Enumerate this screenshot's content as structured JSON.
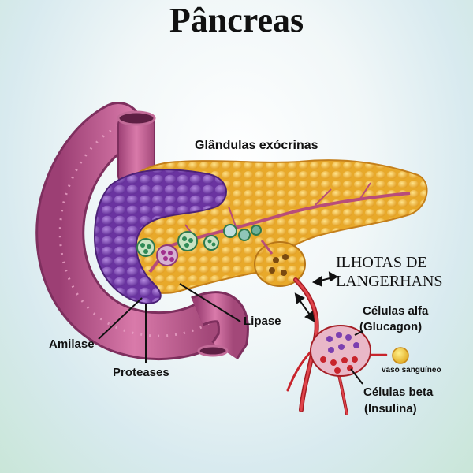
{
  "title": "Pâncreas",
  "labels": {
    "glandulas": "Glândulas exócrinas",
    "ilhotas_line1": "ILHOTAS DE",
    "ilhotas_line2": "LANGERHANS",
    "celulas_alfa": "Células alfa",
    "glucagon": "(Glucagon)",
    "vaso": "vaso sanguíneo",
    "celulas_beta": "Células beta",
    "insulina": "(Insulina)",
    "lipase": "Lipase",
    "amilase": "Amilase",
    "proteases": "Proteases"
  },
  "colors": {
    "duodenum": "#c0608f",
    "duodenum_dark": "#8e3a68",
    "acinar_purple": "#7b3fb0",
    "gland_yellow": "#f0b93a",
    "vessel_red": "#c8242c",
    "islet_cells_green": "#4aa372"
  }
}
